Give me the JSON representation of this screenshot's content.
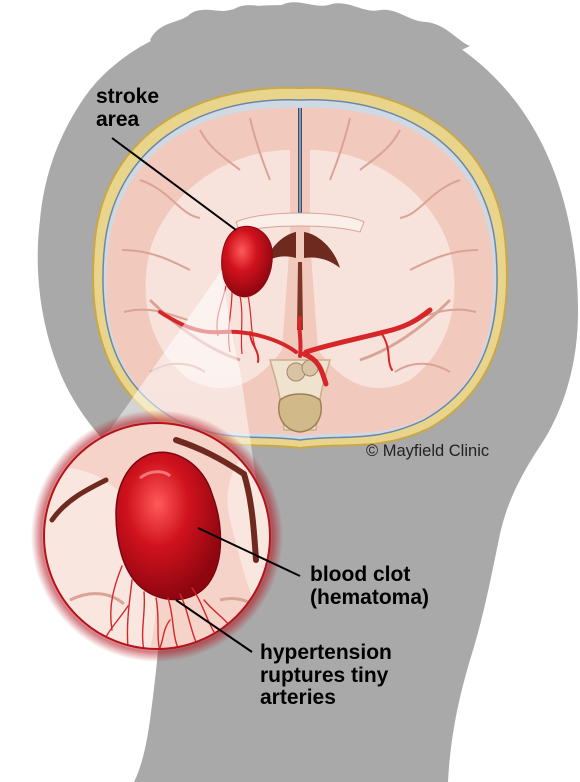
{
  "labels": {
    "stroke_area": [
      "stroke",
      "area"
    ],
    "blood_clot": [
      "blood clot",
      "(hematoma)"
    ],
    "hypertension": [
      "hypertension",
      "ruptures tiny",
      "arteries"
    ]
  },
  "copyright": "© Mayfield Clinic",
  "colors": {
    "silhouette": "#a9a9a9",
    "skull": "#e8d48a",
    "brain": "#f2c9bd",
    "white_matter": "#f8e3dc",
    "hematoma": "#c8101c",
    "artery": "#d6262a",
    "ventricle": "#6e2a1e"
  }
}
